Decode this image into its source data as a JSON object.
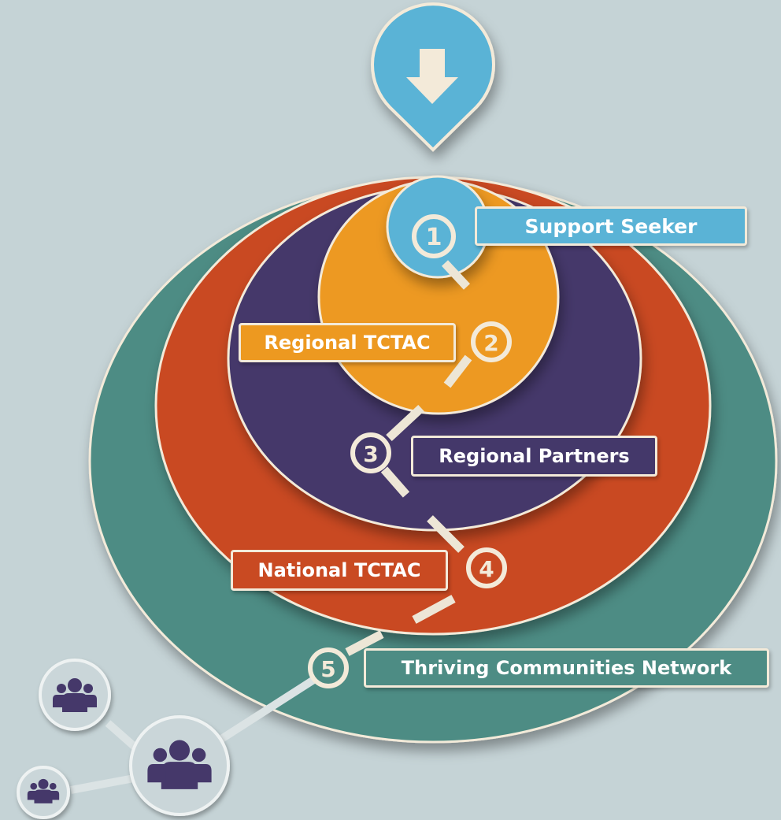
{
  "colors": {
    "background": "#c5d3d6",
    "support_seeker": "#5ab3d6",
    "regional_tctac": "#ed9920",
    "regional_partners": "#44386a",
    "national_tctac": "#c94a22",
    "network": "#4d8c84",
    "outline": "#f3ead9",
    "people_icon": "#44386a",
    "people_circle": "#cad6d9"
  },
  "entry_pin": {
    "icon": "arrow-down-icon"
  },
  "stages": [
    {
      "number": "1",
      "label": "Support Seeker",
      "color": "#5ab3d6"
    },
    {
      "number": "2",
      "label": "Regional TCTAC",
      "color": "#ed9920"
    },
    {
      "number": "3",
      "label": "Regional Partners",
      "color": "#44386a"
    },
    {
      "number": "4",
      "label": "National TCTAC",
      "color": "#c94a22"
    },
    {
      "number": "5",
      "label": "Thriving Communities Network",
      "color": "#4d8c84"
    }
  ],
  "community_nodes": {
    "icon": "people-group-icon",
    "count": 3
  }
}
